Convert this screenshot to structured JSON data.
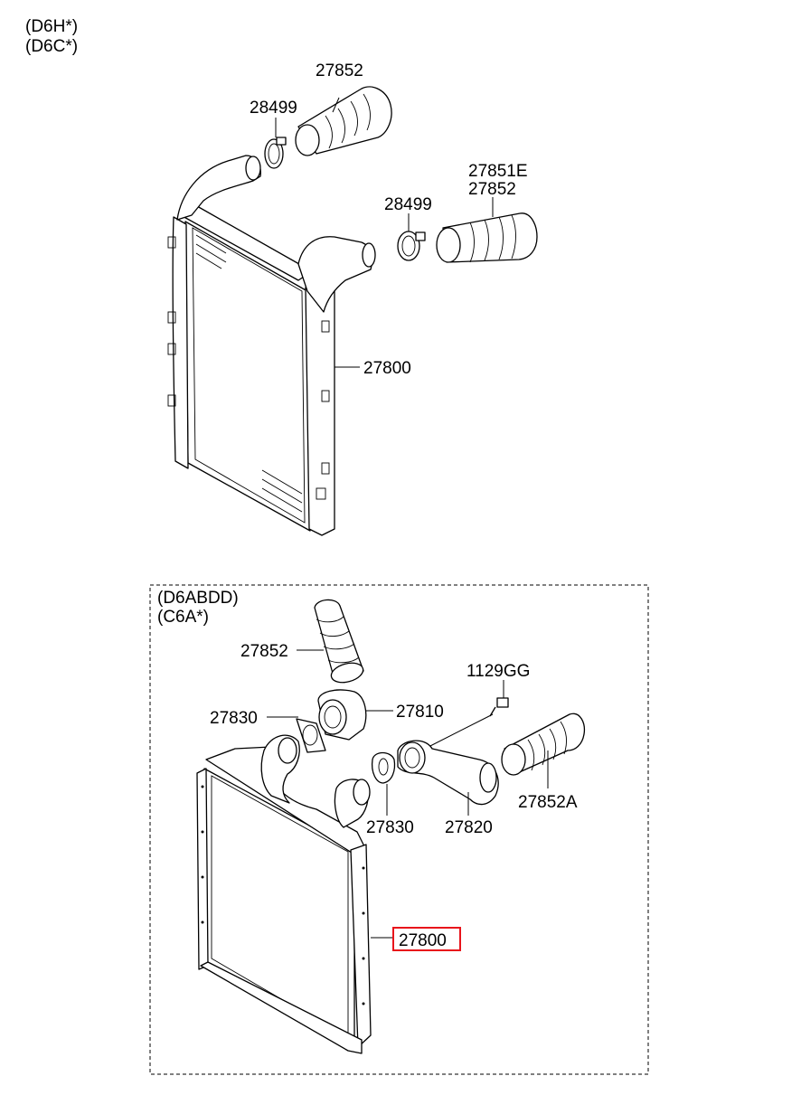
{
  "top_section": {
    "variants": [
      "(D6H*)",
      "(D6C*)"
    ],
    "callouts": {
      "hose_top": "27852",
      "clamp_top": "28499",
      "hose_right_a": "27851E",
      "hose_right_b": "27852",
      "clamp_right": "28499",
      "intercooler": "27800"
    }
  },
  "bottom_section": {
    "variants": [
      "(D6ABDD)",
      "(C6A*)"
    ],
    "callouts": {
      "hose_top": "27852",
      "bolt": "1129GG",
      "gasket_left": "27830",
      "pipe_left": "27810",
      "gasket_right": "27830",
      "pipe_right": "27820",
      "hose_right": "27852A",
      "intercooler_highlighted": "27800"
    },
    "highlight_color": "#e8141b"
  }
}
